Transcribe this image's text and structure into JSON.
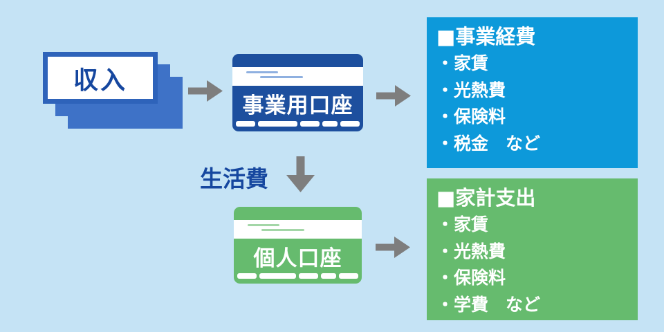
{
  "palette": {
    "background": "#c5e3f5",
    "navy": "#1d4f9e",
    "card_blue": "#3e72c7",
    "card_border": "#2e63ba",
    "text_blue": "#16479f",
    "expense_blue": "#0d99da",
    "green": "#66bb6e",
    "arrow_gray": "#7e7e7e"
  },
  "income": {
    "label": "収入"
  },
  "flow": {
    "living_expense_label": "生活費"
  },
  "accounts": {
    "business": {
      "label": "事業用口座"
    },
    "personal": {
      "label": "個人口座"
    }
  },
  "expense_lists": {
    "business": {
      "heading": "■事業経費",
      "items": [
        "・家賃",
        "・光熱費",
        "・保険料",
        "・税金　など"
      ]
    },
    "household": {
      "heading": "■家計支出",
      "items": [
        "・家賃",
        "・光熱費",
        "・保険料",
        "・学費　など"
      ]
    }
  }
}
